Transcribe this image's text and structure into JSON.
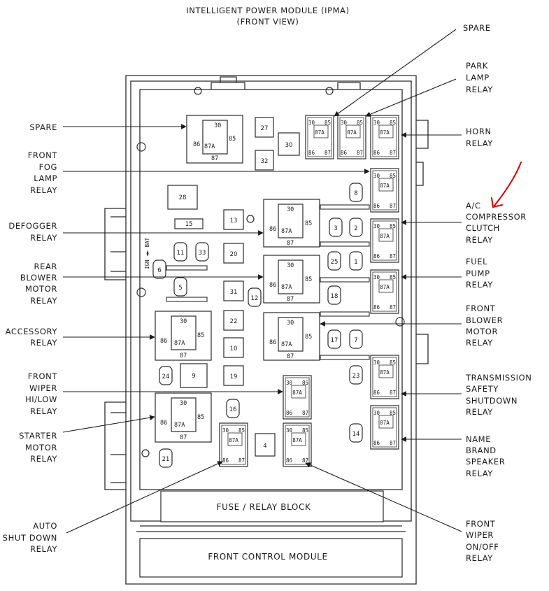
{
  "title": {
    "line1": "INTELLIGENT POWER MODULE (IPMA)",
    "line2": "(FRONT VIEW)"
  },
  "labels": {
    "spare_top": [
      "SPARE"
    ],
    "park_lamp": [
      "PARK",
      "LAMP",
      "RELAY"
    ],
    "horn": [
      "HORN",
      "RELAY"
    ],
    "ac_compressor": [
      "A/C",
      "COMPRESSOR",
      "CLUTCH",
      "RELAY"
    ],
    "fuel_pump": [
      "FUEL",
      "PUMP",
      "RELAY"
    ],
    "front_blower": [
      "FRONT",
      "BLOWER",
      "MOTOR",
      "RELAY"
    ],
    "transmission": [
      "TRANSMISSION",
      "SAFETY",
      "SHUTDOWN",
      "RELAY"
    ],
    "name_brand": [
      "NAME",
      "BRAND",
      "SPEAKER",
      "RELAY"
    ],
    "front_wiper_onoff": [
      "FRONT",
      "WIPER",
      "ON/OFF",
      "RELAY"
    ],
    "spare_left": [
      "SPARE"
    ],
    "front_fog": [
      "FRONT",
      "FOG",
      "LAMP",
      "RELAY"
    ],
    "defogger": [
      "DEFOGGER",
      "RELAY"
    ],
    "rear_blower": [
      "REAR",
      "BLOWER",
      "MOTOR",
      "RELAY"
    ],
    "accessory": [
      "ACCESSORY",
      "RELAY"
    ],
    "front_wiper_hilow": [
      "FRONT",
      "WIPER",
      "HI/LOW",
      "RELAY"
    ],
    "starter": [
      "STARTER",
      "MOTOR",
      "RELAY"
    ],
    "auto_shutdown": [
      "AUTO",
      "SHUT DOWN",
      "RELAY"
    ]
  },
  "pins": {
    "p30": "30",
    "p85": "85",
    "p87a": "87A",
    "p86": "86",
    "p87": "87"
  },
  "fuses": {
    "f27": "27",
    "f30": "30",
    "f32": "32",
    "f28": "28",
    "f15": "15",
    "f13": "13",
    "f20": "20",
    "f31": "31",
    "f22": "22",
    "f10": "10",
    "f19": "19",
    "f9": "9",
    "f4": "4",
    "f8": "8",
    "f3": "3",
    "f2": "2",
    "f25": "25",
    "f1": "1",
    "f18": "18",
    "f17": "17",
    "f7": "7",
    "f23": "23",
    "f14": "14",
    "f11": "11",
    "f33": "33",
    "f6": "6",
    "f5": "5",
    "f12": "12",
    "f24": "24",
    "f16": "16",
    "f21": "21"
  },
  "side_text": "IGN ◄► BAT",
  "blocks": {
    "fuse_relay": "FUSE / RELAY BLOCK",
    "front_control": "FRONT CONTROL MODULE"
  },
  "colors": {
    "annotation": "#d40000",
    "line": "#1a1a1a",
    "outline": "#2a2a2a"
  }
}
